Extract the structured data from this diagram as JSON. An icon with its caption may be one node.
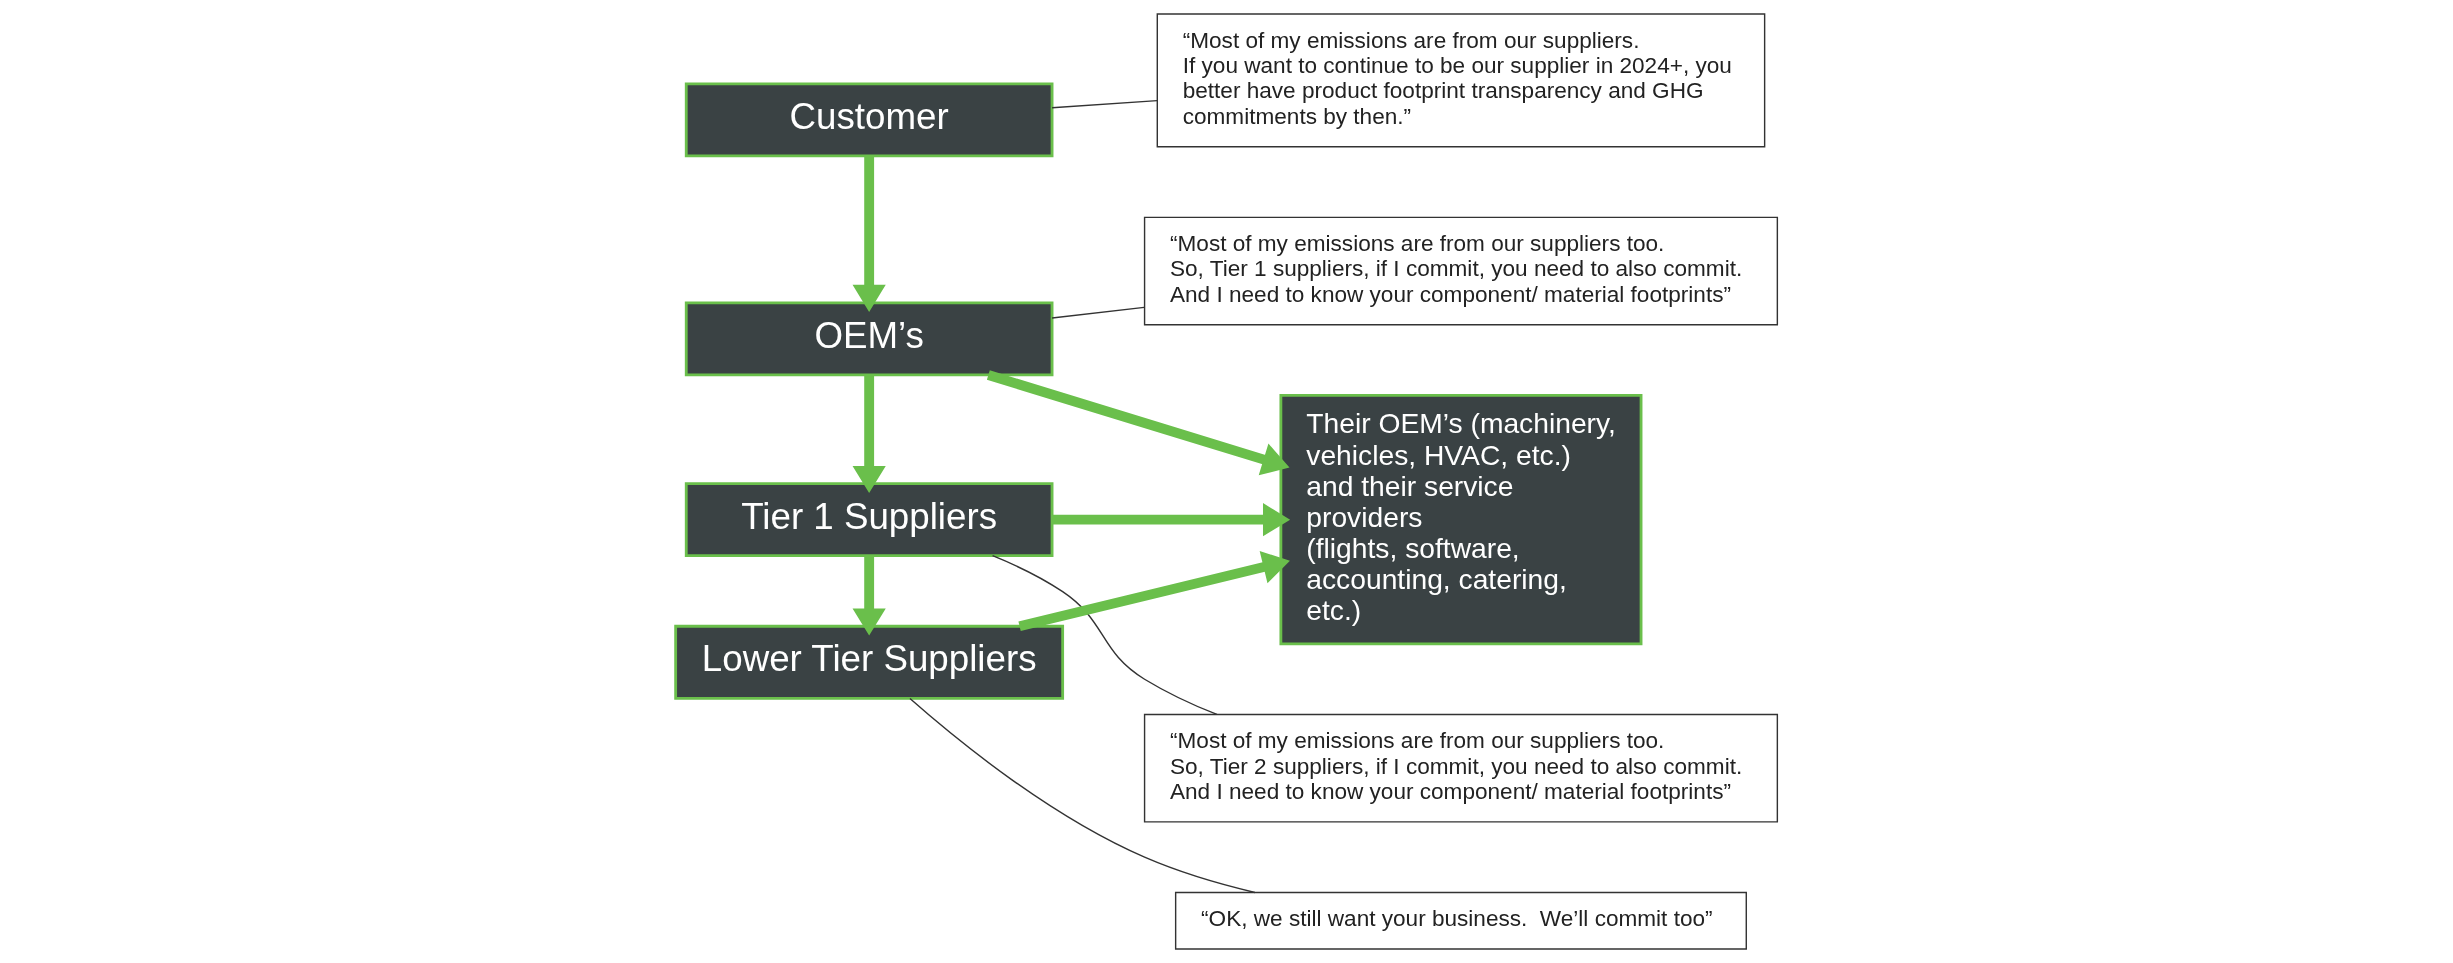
{
  "diagram": {
    "nodes": [
      {
        "text": [
          "Customer"
        ]
      },
      {
        "text": [
          "OEM’s"
        ]
      },
      {
        "text": [
          "Tier 1 Suppliers"
        ]
      },
      {
        "text": [
          "Lower Tier Suppliers"
        ]
      },
      {
        "text": [
          "Their OEM’s (machinery, vehicles, HVAC, etc.)",
          "and their service providers",
          "(flights, software, accounting, catering, etc.)"
        ]
      },
      {
        "text": [
          "“Most of my emissions are from our suppliers.",
          "If you want to continue to be our supplier in 2024+, you better have product footprint transparency and GHG commitments by then.”"
        ]
      },
      {
        "text": [
          "“Most of my emissions are from our suppliers too.",
          "So, Tier 1 suppliers, if I commit, you need to also commit. And I need to know your component/ material footprints”"
        ]
      },
      {
        "text": [
          "“Most of my emissions are from our suppliers too.",
          "So, Tier 2 suppliers, if I commit, you need to also commit. And I need to know your component/ material footprints”"
        ]
      },
      {
        "text": [
          "“OK, we still want your business.  We’ll commit too”"
        ]
      }
    ],
    "edges": [
      {
        "from": 0,
        "to": 1,
        "arrow": "to"
      },
      {
        "from": 1,
        "to": 2,
        "arrow": "to"
      },
      {
        "from": 2,
        "to": 3,
        "arrow": "to"
      },
      {
        "from": 1,
        "to": 4,
        "arrow": "to"
      },
      {
        "from": 2,
        "to": 4,
        "arrow": "to"
      },
      {
        "from": 3,
        "to": 4,
        "arrow": "to"
      },
      {
        "from": 0,
        "to": 5,
        "arrow": "none",
        "color": "#333333"
      },
      {
        "from": 1,
        "to": 6,
        "arrow": "none",
        "color": "#333333"
      },
      {
        "from": 2,
        "to": 7,
        "arrow": "none",
        "color": "#333333"
      },
      {
        "from": 3,
        "to": 8,
        "arrow": "none",
        "color": "#333333"
      }
    ]
  }
}
